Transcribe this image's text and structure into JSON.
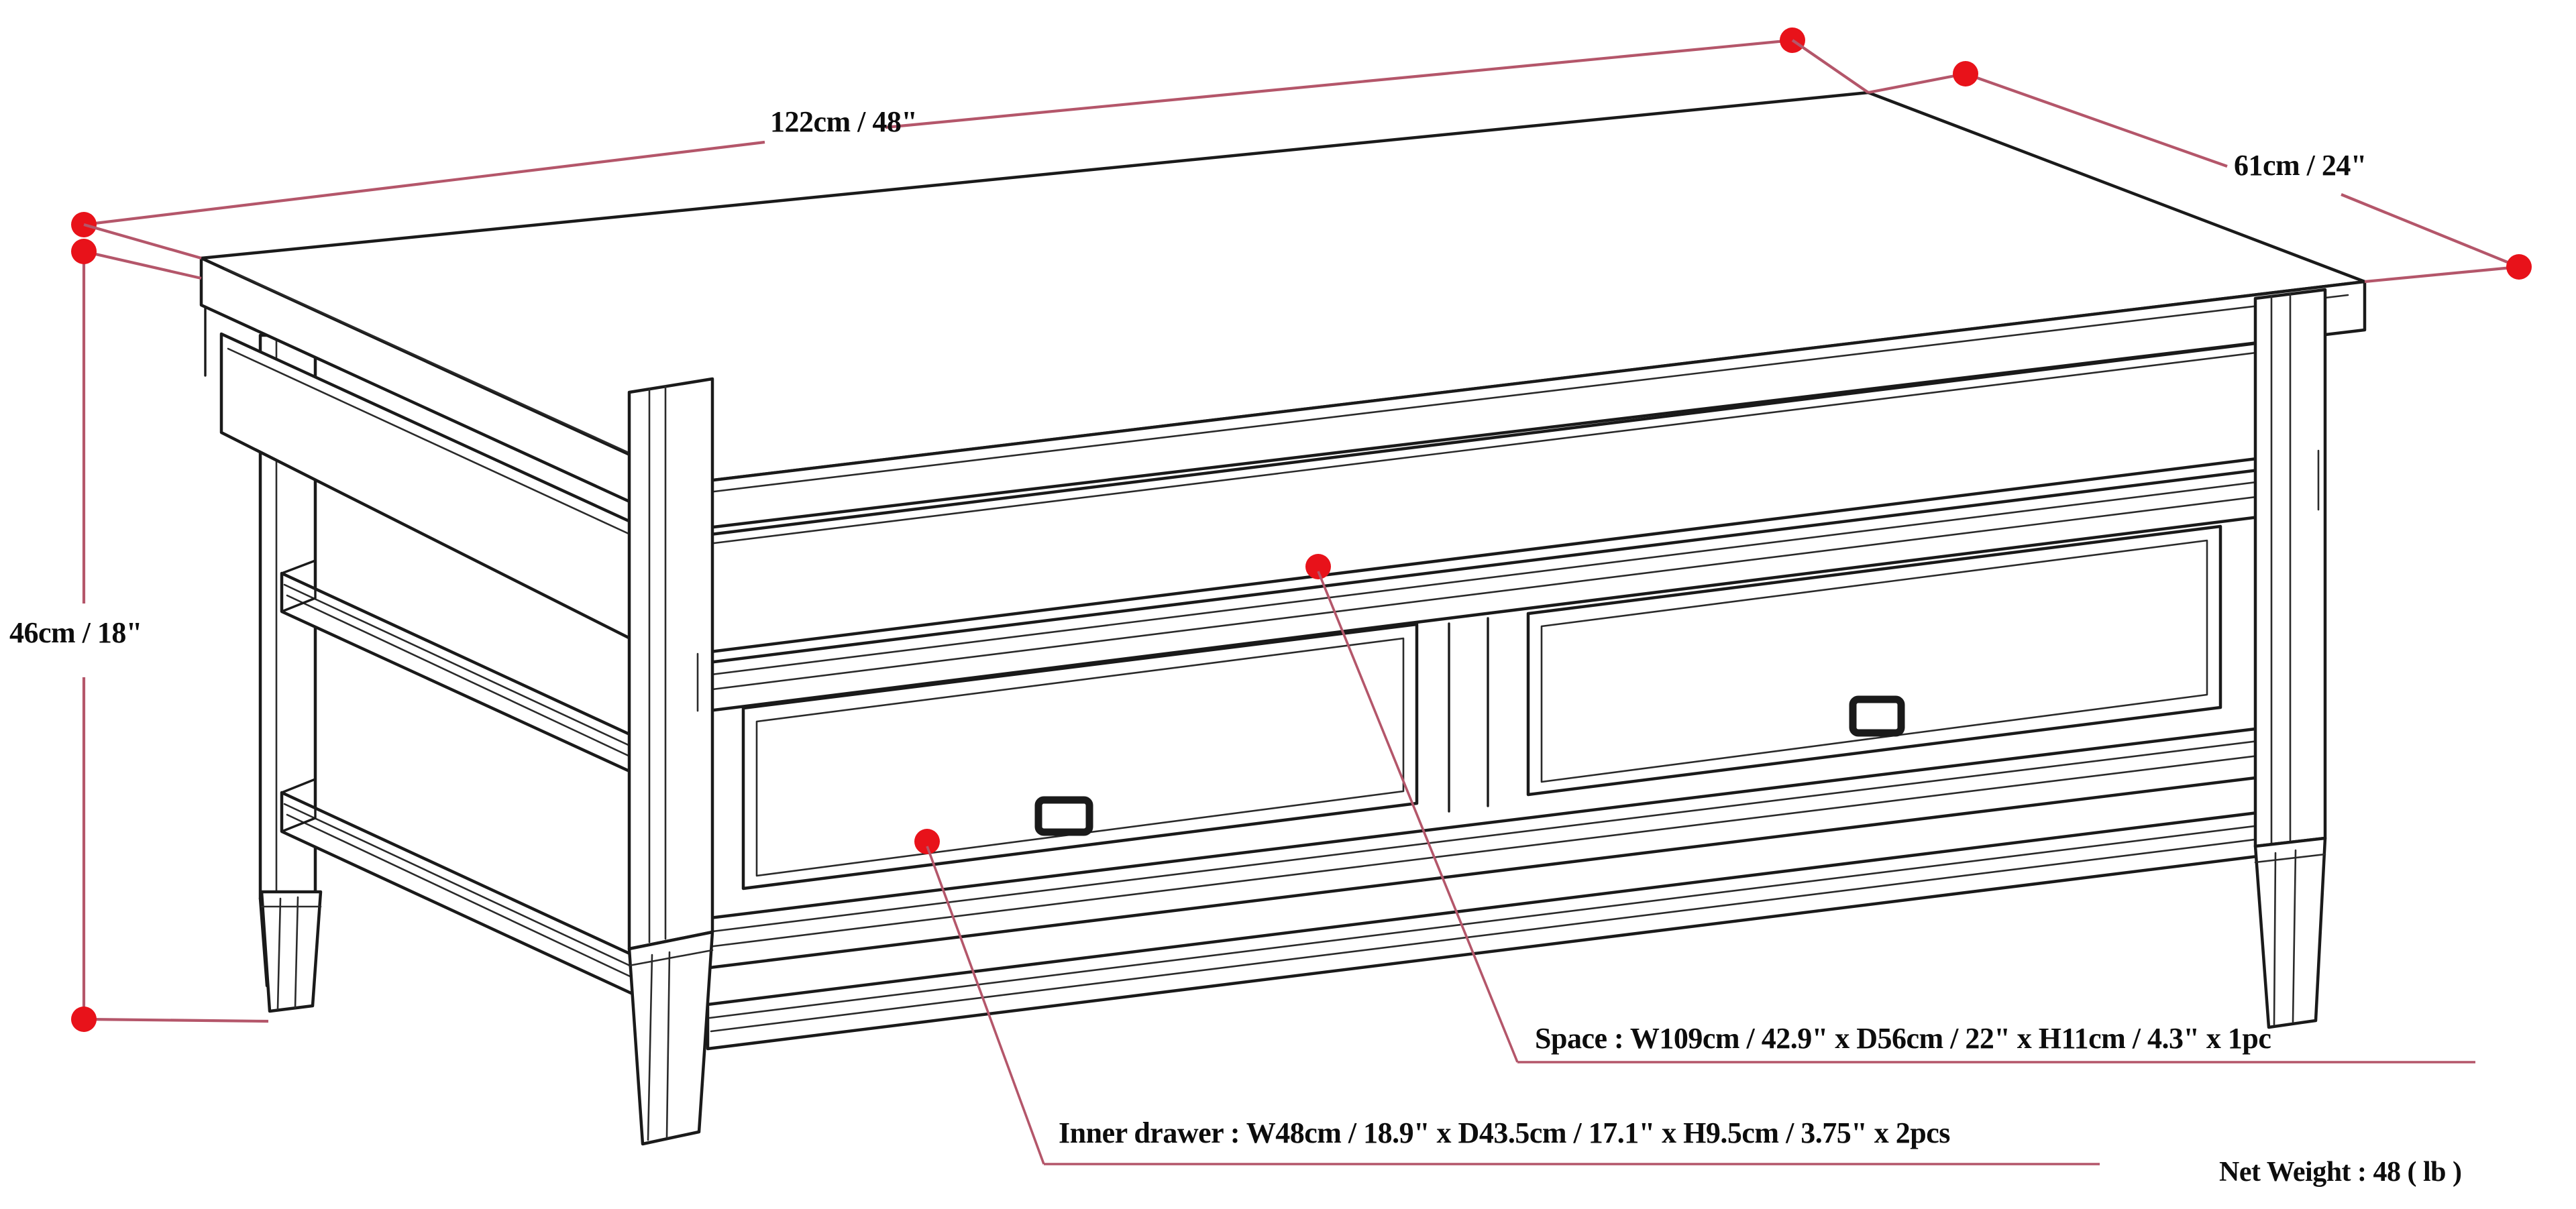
{
  "product": {
    "type": "coffee-table-dimension-diagram",
    "view": "isometric line drawing"
  },
  "dimensions": {
    "width_label": "122cm / 48\"",
    "depth_label": "61cm / 24\"",
    "height_label": "46cm / 18\""
  },
  "callouts": {
    "space": "Space : W109cm / 42.9\" x D56cm / 22\" x H11cm / 4.3\" x 1pc",
    "inner_drawer": "Inner drawer : W48cm / 18.9\" x D43.5cm / 17.1\" x H9.5cm / 3.75\" x 2pcs"
  },
  "weight": {
    "label": "Net Weight : 48 ( lb )"
  },
  "colors": {
    "line": "#1a1a1a",
    "dimension": "#b4566a",
    "marker": "#e8121a",
    "background": "#ffffff"
  },
  "chart_data": {
    "type": "table",
    "title": "Coffee table dimension diagram",
    "categories": [
      "Width",
      "Depth",
      "Height"
    ],
    "values": [
      122,
      61,
      46
    ],
    "units": "cm",
    "labels": [
      "122cm / 48\"",
      "61cm / 24\"",
      "46cm / 18\""
    ],
    "annotations": [
      "Space : W109cm / 42.9\" x D56cm / 22\" x H11cm / 4.3\" x 1pc",
      "Inner drawer : W48cm / 18.9\" x D43.5cm / 17.1\" x H9.5cm / 3.75\" x 2pcs",
      "Net Weight : 48 ( lb )"
    ]
  }
}
